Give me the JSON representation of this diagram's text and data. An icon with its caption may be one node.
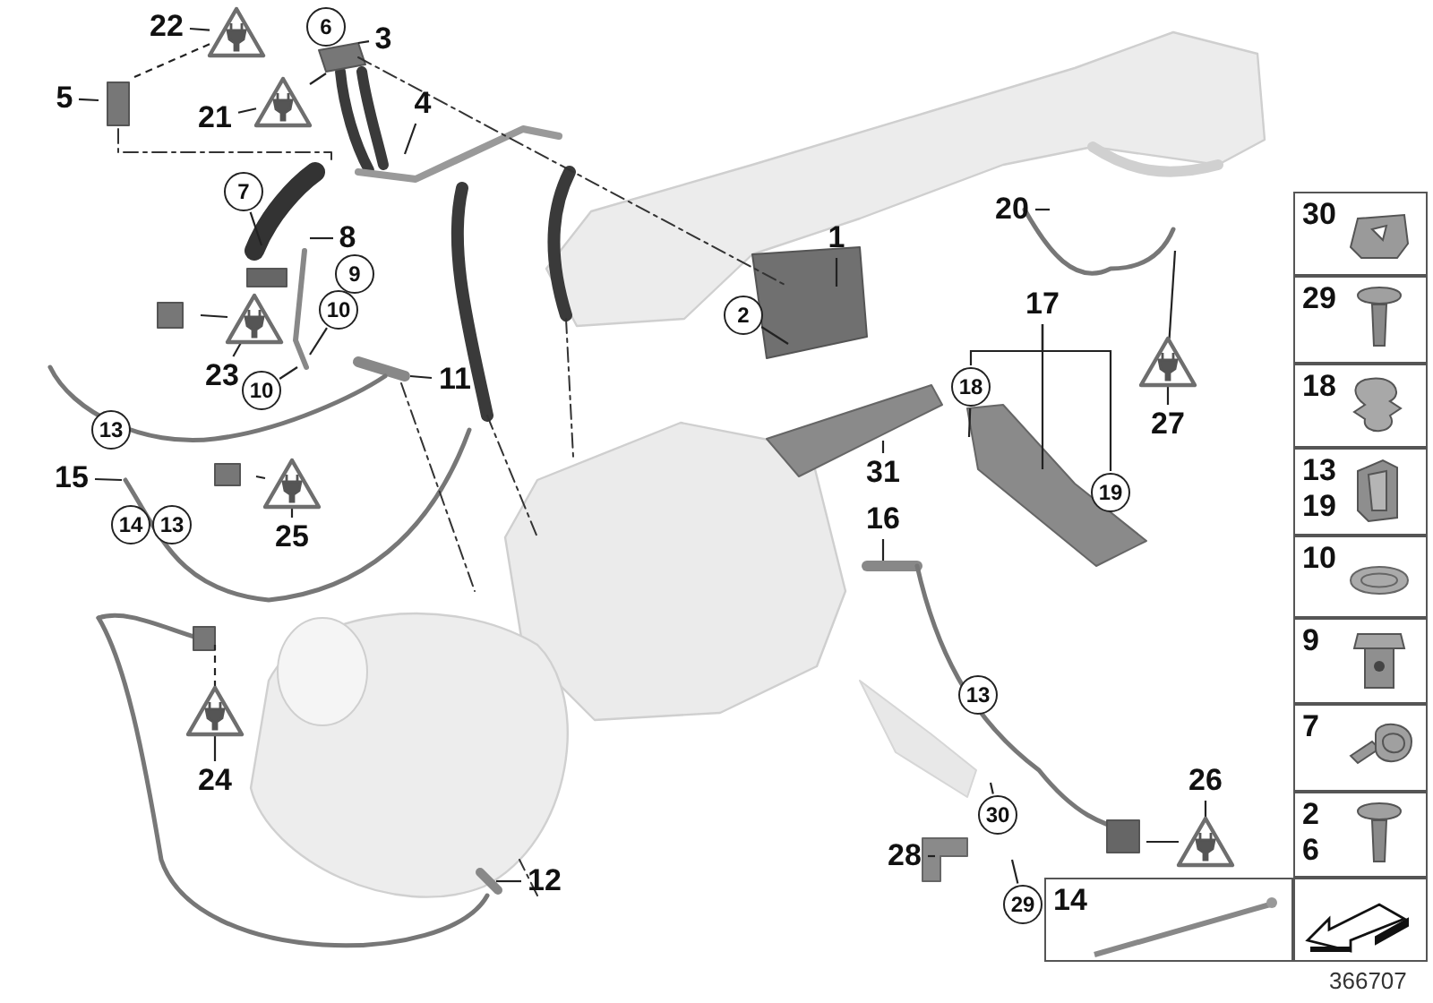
{
  "diagram": {
    "nodes": [
      {
        "text": [
          "22"
        ]
      },
      {
        "text": [],
        "shape": "triangle"
      },
      {
        "text": [
          "21"
        ]
      },
      {
        "text": [],
        "shape": "triangle"
      },
      {
        "text": [
          "5"
        ]
      },
      {
        "text": [
          "6"
        ]
      },
      {
        "text": [
          "3"
        ]
      },
      {
        "text": [
          "4"
        ]
      },
      {
        "text": [
          "7"
        ]
      },
      {
        "text": [
          "8"
        ]
      },
      {
        "text": [
          "9"
        ]
      },
      {
        "text": [
          "10"
        ]
      },
      {
        "text": [
          "10"
        ]
      },
      {
        "text": [],
        "shape": "triangle"
      },
      {
        "text": [
          "23"
        ]
      },
      {
        "text": [
          "11"
        ]
      },
      {
        "text": [
          "13"
        ]
      },
      {
        "text": [
          "15"
        ]
      },
      {
        "text": [
          "14"
        ]
      },
      {
        "text": [
          "13"
        ]
      },
      {
        "text": [],
        "shape": "triangle"
      },
      {
        "text": [
          "25"
        ]
      },
      {
        "text": [],
        "shape": "triangle"
      },
      {
        "text": [
          "24"
        ]
      },
      {
        "text": [
          "12"
        ]
      },
      {
        "text": [
          "1"
        ]
      },
      {
        "text": [
          "2"
        ]
      },
      {
        "text": [
          "20"
        ]
      },
      {
        "text": [
          "17"
        ]
      },
      {
        "text": [
          "18"
        ]
      },
      {
        "text": [
          "19"
        ]
      },
      {
        "text": [
          "31"
        ]
      },
      {
        "text": [],
        "shape": "triangle"
      },
      {
        "text": [
          "27"
        ]
      },
      {
        "text": [
          "16"
        ]
      },
      {
        "text": [
          "13"
        ]
      },
      {
        "text": [
          "30"
        ]
      },
      {
        "text": [
          "28"
        ]
      },
      {
        "text": [
          "29"
        ]
      },
      {
        "text": [
          "26"
        ]
      },
      {
        "text": [],
        "shape": "triangle"
      },
      {
        "text": [
          "30"
        ]
      },
      {
        "text": [
          "29"
        ]
      },
      {
        "text": [
          "18"
        ]
      },
      {
        "text": [
          "13",
          "19"
        ]
      },
      {
        "text": [
          "10"
        ]
      },
      {
        "text": [
          "9"
        ]
      },
      {
        "text": [
          "7"
        ]
      },
      {
        "text": [
          "2",
          "6"
        ]
      },
      {
        "text": [
          "14"
        ]
      },
      {
        "text": [],
        "shape": "box"
      }
    ],
    "edges": [
      {
        "from": 0,
        "to": 1,
        "arrow": "none"
      },
      {
        "from": 1,
        "to": null,
        "arrow": "none",
        "style": "dashed"
      },
      {
        "from": 2,
        "to": 3,
        "arrow": "none"
      },
      {
        "from": 3,
        "to": null,
        "arrow": "none"
      },
      {
        "from": 4,
        "to": null,
        "arrow": "none"
      },
      {
        "from": 6,
        "to": null,
        "arrow": "none"
      },
      {
        "from": 7,
        "to": null,
        "arrow": "none"
      },
      {
        "from": 8,
        "to": null,
        "arrow": "none"
      },
      {
        "from": 9,
        "to": null,
        "arrow": "none"
      },
      {
        "from": 11,
        "to": null,
        "arrow": "none"
      },
      {
        "from": 12,
        "to": null,
        "arrow": "none"
      },
      {
        "from": 13,
        "to": null,
        "arrow": "none"
      },
      {
        "from": 14,
        "to": 13,
        "arrow": "none"
      },
      {
        "from": 15,
        "to": null,
        "arrow": "none"
      },
      {
        "from": 17,
        "to": null,
        "arrow": "none"
      },
      {
        "from": 20,
        "to": null,
        "arrow": "none"
      },
      {
        "from": 21,
        "to": 20,
        "arrow": "none"
      },
      {
        "from": 22,
        "to": null,
        "arrow": "none",
        "style": "dashed"
      },
      {
        "from": 23,
        "to": 22,
        "arrow": "none"
      },
      {
        "from": 24,
        "to": null,
        "arrow": "none"
      },
      {
        "from": 25,
        "to": null,
        "arrow": "none"
      },
      {
        "from": 26,
        "to": null,
        "arrow": "none"
      },
      {
        "from": 27,
        "to": null,
        "arrow": "none"
      },
      {
        "from": 28,
        "to": null,
        "arrow": "none"
      },
      {
        "from": 28,
        "to": 29,
        "arrow": "none"
      },
      {
        "from": 28,
        "to": 30,
        "arrow": "none"
      },
      {
        "from": 29,
        "to": null,
        "arrow": "none"
      },
      {
        "from": 31,
        "to": null,
        "arrow": "none"
      },
      {
        "from": 32,
        "to": null,
        "arrow": "none"
      },
      {
        "from": 33,
        "to": 32,
        "arrow": "none"
      },
      {
        "from": 34,
        "to": null,
        "arrow": "none"
      },
      {
        "from": 36,
        "to": null,
        "arrow": "none"
      },
      {
        "from": 37,
        "to": null,
        "arrow": "none"
      },
      {
        "from": 38,
        "to": null,
        "arrow": "none"
      },
      {
        "from": 39,
        "to": 40,
        "arrow": "none"
      },
      {
        "from": 40,
        "to": null,
        "arrow": "none"
      }
    ],
    "labels": [
      "366707"
    ]
  }
}
